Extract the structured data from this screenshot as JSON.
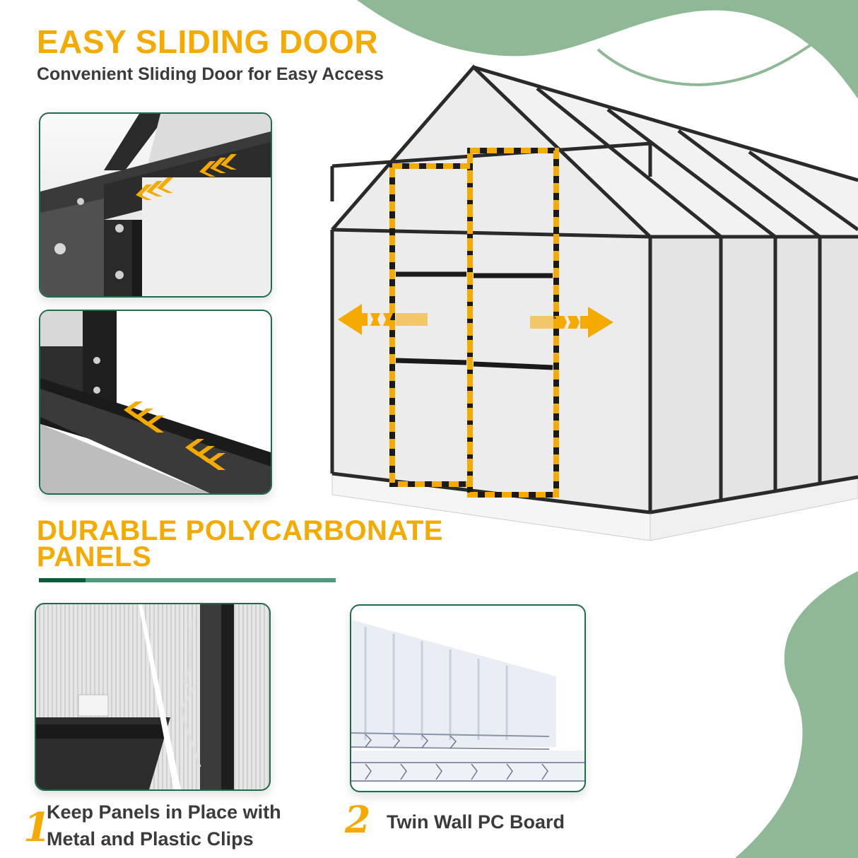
{
  "header": {
    "title": "EASY SLIDING DOOR",
    "subtitle": "Convenient Sliding Door for Easy Access"
  },
  "section2": {
    "title_line1": "DURABLE POLYCARBONATE",
    "title_line2": "PANELS"
  },
  "features": [
    {
      "number": "1",
      "caption_line1": "Keep Panels in Place with",
      "caption_line2": "Metal and Plastic Clips"
    },
    {
      "number": "2",
      "caption_line1": "Twin Wall PC Board"
    }
  ],
  "images": {
    "top_rail": "sliding-door-top-rail-closeup",
    "bottom_rail": "sliding-door-bottom-track-closeup",
    "greenhouse": "greenhouse-with-sliding-door",
    "clips": "panel-clips-closeup",
    "pc_board": "twin-wall-pc-board"
  },
  "colors": {
    "accent_orange": "#F5AA00",
    "wave_green": "#8FB996",
    "card_border": "#1f6b4a",
    "divider_dark": "#0d5c3a",
    "divider_light": "#4e9a7c",
    "text_dark": "#3b3b3b"
  }
}
